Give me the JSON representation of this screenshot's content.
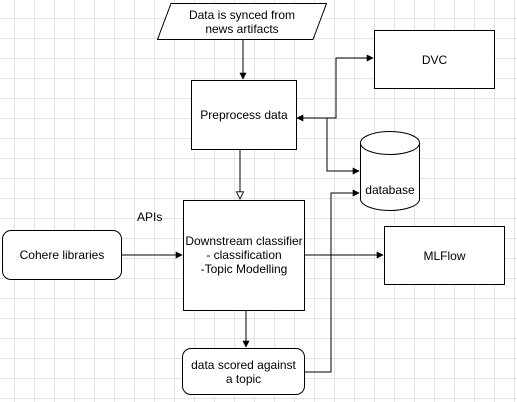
{
  "diagram": {
    "nodes": {
      "source": {
        "label": "Data is synced from\nnews artifacts"
      },
      "preprocess": {
        "label": "Preprocess data"
      },
      "dvc": {
        "label": "DVC"
      },
      "database": {
        "label": "database"
      },
      "cohere": {
        "label": "Cohere libraries"
      },
      "classifier": {
        "label": "Downstream classifier\n- classification\n-Topic Modelling"
      },
      "mlflow": {
        "label": "MLFlow"
      },
      "scored": {
        "label": "data scored against\na topic"
      }
    },
    "labels": {
      "apis": "APIs"
    },
    "edges": [
      {
        "from": "source",
        "to": "preprocess"
      },
      {
        "from": "preprocess",
        "to": "dvc",
        "bidirectional": true
      },
      {
        "from": "preprocess",
        "to": "database"
      },
      {
        "from": "preprocess",
        "to": "classifier"
      },
      {
        "from": "cohere",
        "to": "classifier",
        "label": "APIs"
      },
      {
        "from": "classifier",
        "to": "mlflow"
      },
      {
        "from": "classifier",
        "to": "scored"
      },
      {
        "from": "scored",
        "to": "database"
      }
    ]
  }
}
